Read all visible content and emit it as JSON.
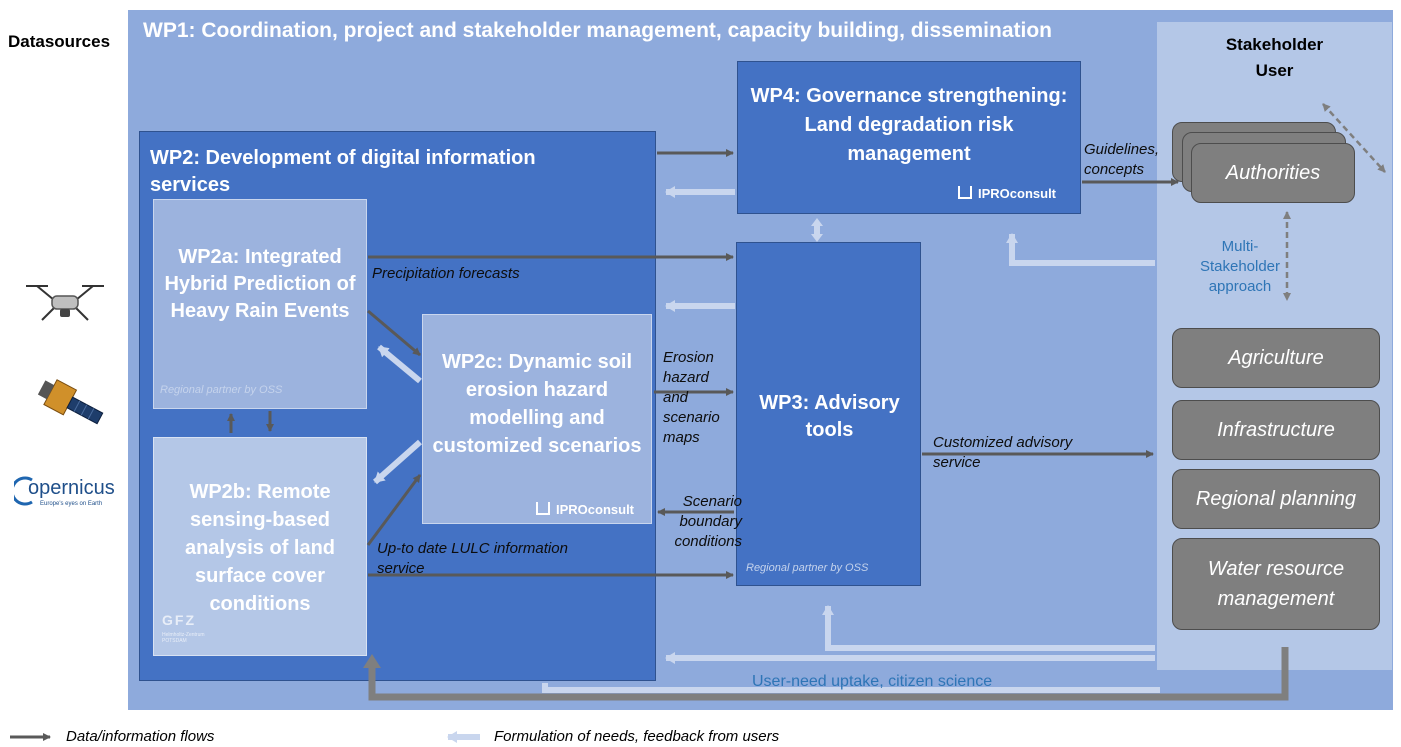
{
  "labels": {
    "datasources": "Datasources",
    "wp1": "WP1: Coordination, project and stakeholder management, capacity building, dissemination",
    "wp2": "WP2: Development of digital information services",
    "wp2a": "WP2a: Integrated Hybrid Prediction of Heavy Rain Events",
    "wp2b": "WP2b: Remote sensing-based analysis of land surface cover conditions",
    "wp2c": "WP2c: Dynamic soil erosion hazard modelling and customized scenarios",
    "wp3": "WP3: Advisory tools",
    "wp4": "WP4: Governance strengthening: Land degradation risk management",
    "stakeholder": "Stakeholder User",
    "authorities": "Authorities",
    "agriculture": "Agriculture",
    "infrastructure": "Infrastructure",
    "regional_planning": "Regional planning",
    "water_resource": "Water resource management",
    "multi_stakeholder": "Multi-Stakeholder approach",
    "precipitation": "Precipitation forecasts",
    "erosion_maps": "Erosion hazard and scenario maps",
    "scenario_boundary": "Scenario boundary conditions",
    "lulc": "Up-to date LULC information service",
    "customized_advisory": "Customized advisory service",
    "guidelines": "Guidelines, concepts",
    "user_need": "User-need uptake, citizen science",
    "partner_oss_a": "Regional partner by OSS",
    "partner_oss_3": "Regional partner by OSS",
    "ipro_c": "IPROconsult",
    "ipro_4": "IPROconsult",
    "gfz": "GFZ",
    "gfz_sub": "Helmholtz-Zentrum POTSDAM",
    "copernicus": "opernicus",
    "copernicus_tag": "Europe's eyes on Earth"
  },
  "legend": {
    "data_flows": "Data/information flows",
    "needs_feedback": "Formulation of needs, feedback from users"
  },
  "colors": {
    "wp1_bg": "#8eaadc",
    "wp_dark": "#4472c4",
    "wp_light": "#9cb3de",
    "stakeholder_bg": "#b4c7e7",
    "stakeholder_box": "#7f7f7f",
    "data_arrow": "#595959",
    "feedback_arrow": "#c9d6ee",
    "multi_text": "#2e75b6"
  },
  "icons": [
    "drone-icon",
    "satellite-icon",
    "copernicus-logo",
    "gfz-logo",
    "ipro-logo"
  ]
}
